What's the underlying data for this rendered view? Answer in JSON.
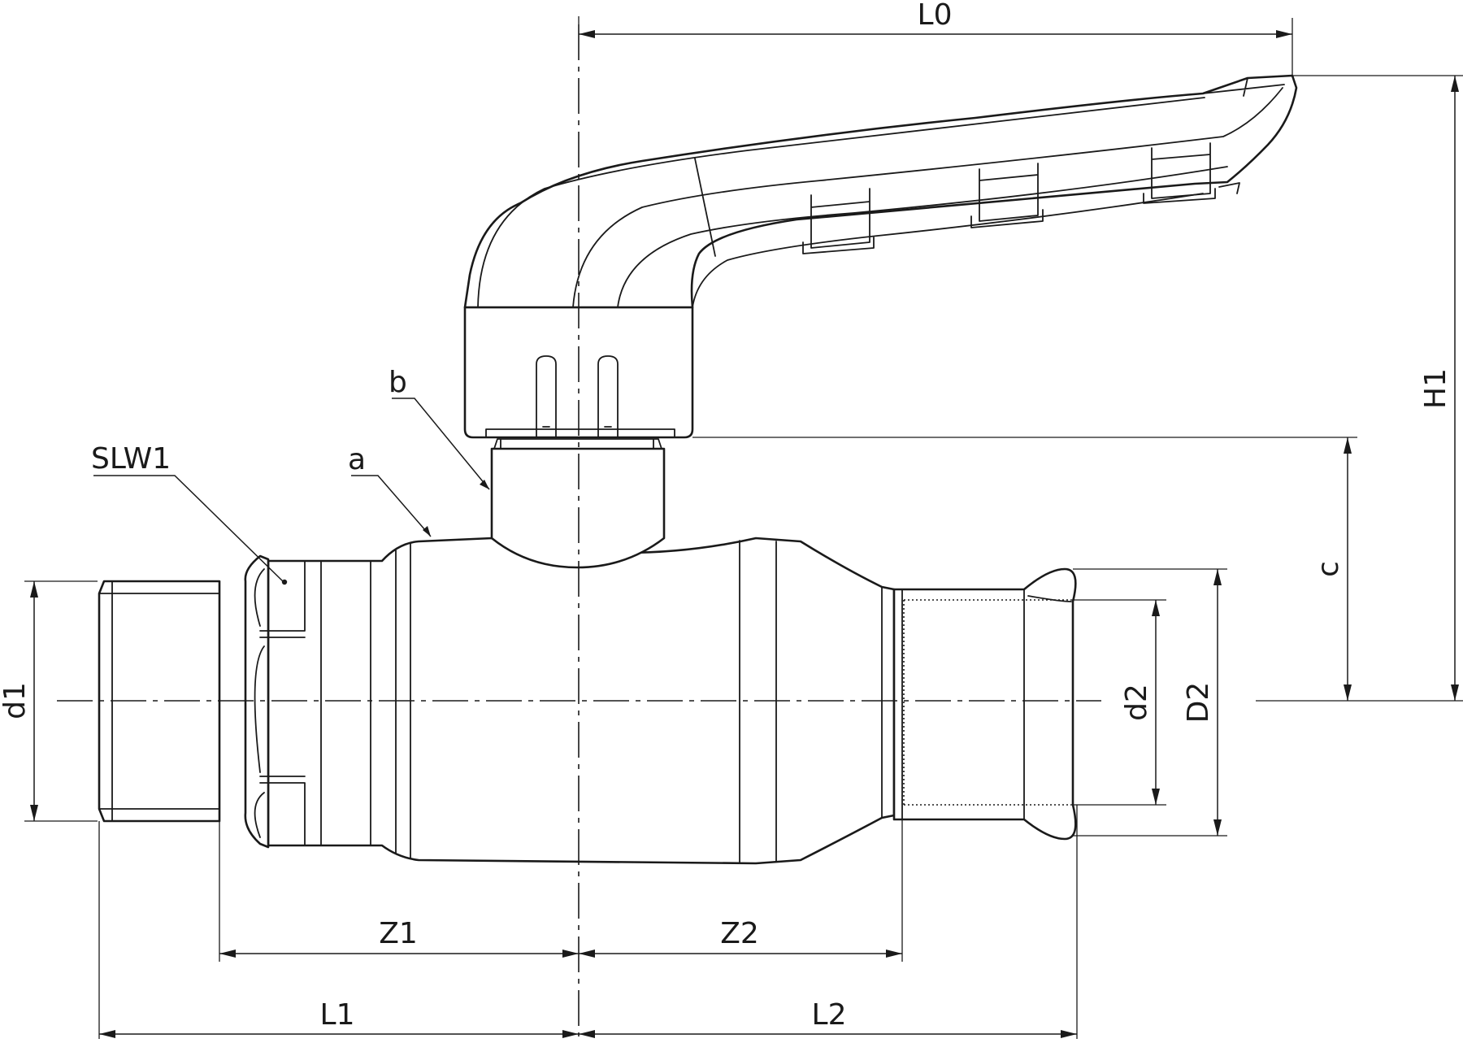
{
  "labels": {
    "L0": "L0",
    "H1": "H1",
    "c": "c",
    "b": "b",
    "a": "a",
    "SLW1": "SLW1",
    "d1": "d1",
    "d2": "d2",
    "D2": "D2",
    "Z1": "Z1",
    "Z2": "Z2",
    "L1": "L1",
    "L2": "L2"
  }
}
